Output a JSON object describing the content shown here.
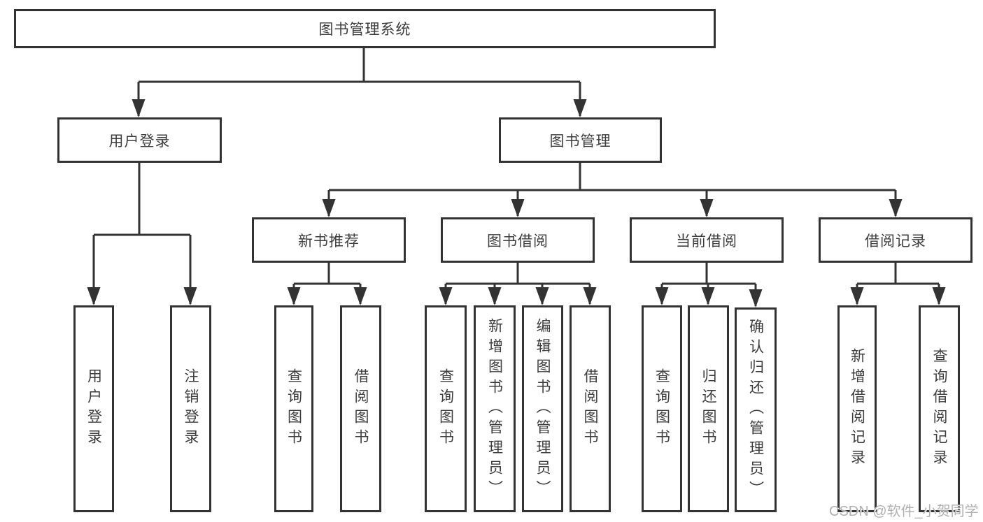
{
  "tree": {
    "label": "图书管理系统",
    "children": [
      {
        "label": "用户登录",
        "children": [
          {
            "label": "用户登录"
          },
          {
            "label": "注销登录"
          }
        ]
      },
      {
        "label": "图书管理",
        "children": [
          {
            "label": "新书推荐",
            "children": [
              {
                "label": "查询图书"
              },
              {
                "label": "借阅图书"
              }
            ]
          },
          {
            "label": "图书借阅",
            "children": [
              {
                "label": "查询图书"
              },
              {
                "label": "新增图书（管理员）"
              },
              {
                "label": "编辑图书（管理员）"
              },
              {
                "label": "借阅图书"
              }
            ]
          },
          {
            "label": "当前借阅",
            "children": [
              {
                "label": "查询图书"
              },
              {
                "label": "归还图书"
              },
              {
                "label": "确认归还（管理员）"
              }
            ]
          },
          {
            "label": "借阅记录",
            "children": [
              {
                "label": "新增借阅记录"
              },
              {
                "label": "查询借阅记录"
              }
            ]
          }
        ]
      }
    ]
  },
  "watermark": {
    "text": "CSDN @软件_小贺同学",
    "color": "#b0b0b0"
  },
  "colors": {
    "line": "#333333",
    "box_border": "#333333",
    "text": "#3d3d3d",
    "background": "#ffffff"
  }
}
